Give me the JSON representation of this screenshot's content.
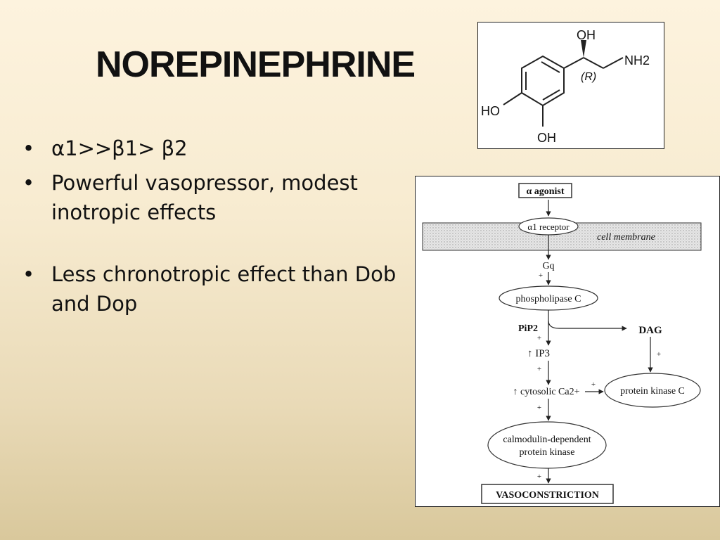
{
  "slide": {
    "title": "NOREPINEPHRINE"
  },
  "bullets": [
    "α1>>β1> β2",
    "Powerful vasopressor, modest inotropic effects",
    "Less chronotropic effect than Dob and Dop"
  ],
  "molecule": {
    "oh_top": "OH",
    "nh2": "NH2",
    "stereo": "(R)",
    "ho_left": "HO",
    "oh_bottom": "OH"
  },
  "pathway": {
    "agonist": "α agonist",
    "receptor": "α1 receptor",
    "membrane": "cell membrane",
    "gq": "Gq",
    "plc": "phospholipase C",
    "pip2": "PiP2",
    "dag": "DAG",
    "ip3": "↑ IP3",
    "ca": "↑ cytosolic Ca2+",
    "pkc": "protein kinase C",
    "cam_line1": "calmodulin-dependent",
    "cam_line2": "protein kinase",
    "result": "VASOCONSTRICTION",
    "plus": "+"
  }
}
